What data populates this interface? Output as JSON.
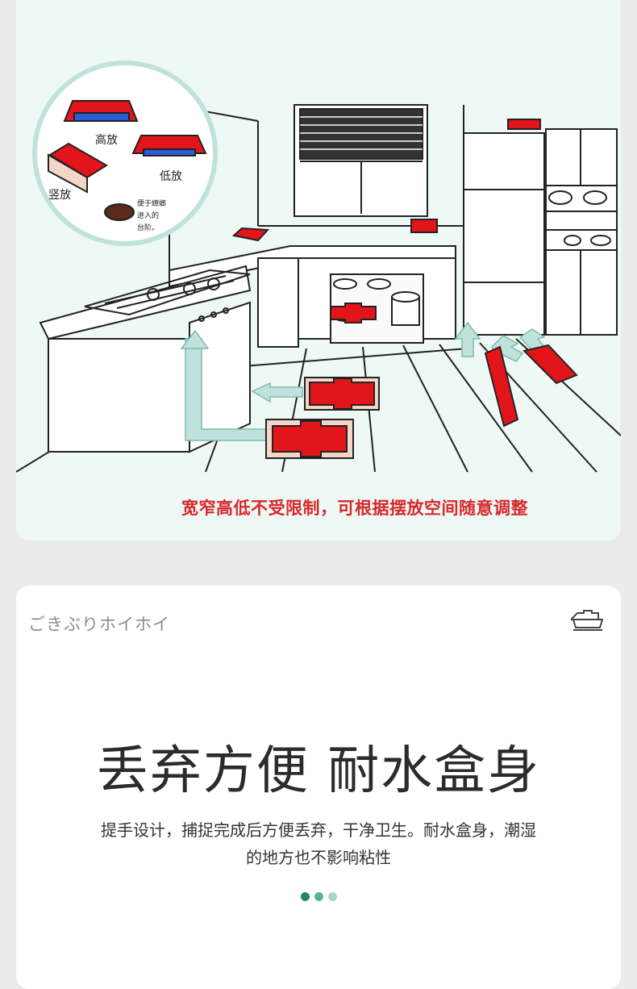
{
  "illustration": {
    "labels": {
      "high": "高放",
      "low": "低放",
      "vertical": "竖放",
      "step_note_line1": "便于蟑螂",
      "step_note_line2": "进入的",
      "step_note_line3": "台阶。"
    },
    "caption": "宽窄高低不受限制，可根据摆放空间随意调整"
  },
  "product_card": {
    "brand": "ごきぶりホイホイ",
    "brand_icon": "trap-box-icon",
    "headline": "丢弃方便 耐水盒身",
    "description": "提手设计，捕捉完成后方便丢弃，干净卫生。耐水盒身，潮湿的地方也不影响粘性",
    "carousel_dots": 3,
    "dot_colors": [
      "#1e8a68",
      "#5cb394",
      "#a9d9c6"
    ]
  },
  "colors": {
    "trap_red": "#e2151b",
    "arrow_teal": "#bfe3dc",
    "caption_red": "#d8282c"
  }
}
